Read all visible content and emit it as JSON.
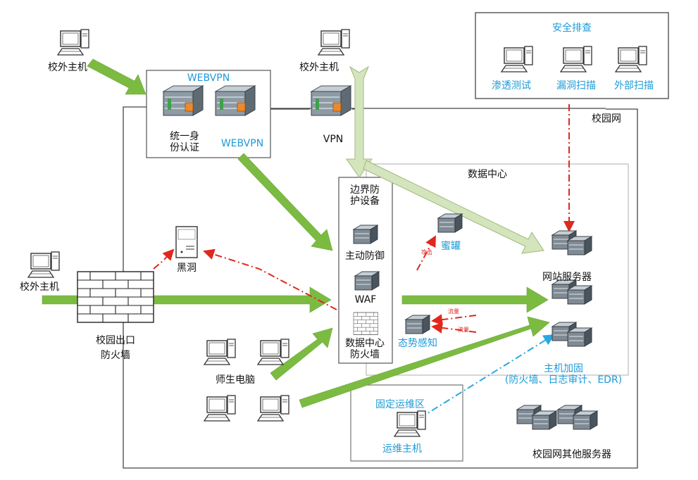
{
  "labels": {
    "outside_host_1": "校外主机",
    "outside_host_2": "校外主机",
    "outside_host_3": "校外主机",
    "webvpn_title": "WEBVPN",
    "webvpn_label": "WEBVPN",
    "unified_auth": "统一身\n份认证",
    "vpn": "VPN",
    "security_check": "安全排查",
    "pentest": "渗透测试",
    "vuln_scan": "漏洞扫描",
    "external_scan": "外部扫描",
    "campus_network": "校园网",
    "data_center": "数据中心",
    "border_device": "边界防\n护设备",
    "active_defense": "主动防御",
    "honeypot": "蜜罐",
    "attack": "攻击",
    "black_hole": "黑洞",
    "waf": "WAF",
    "web_server": "网站服务器",
    "campus_exit_fw": "校园出口\n防火墙",
    "dc_firewall": "数据中心\n防火墙",
    "situation_awareness": "态势感知",
    "traffic_1": "流量",
    "traffic_2": "流量",
    "host_hardening": "主机加固\n(防火墙、日志审计、EDR)",
    "staff_pc": "师生电脑",
    "fixed_ops_zone": "固定运维区",
    "ops_host": "运维主机",
    "other_servers": "校园网其他服务器"
  },
  "colors": {
    "green_arrow": "#7cbb42",
    "pale_arrow": "#cfe0b4",
    "red_dash": "#e0281d",
    "blue_dash": "#29a8e0",
    "blue_text": "#1e9bd7"
  }
}
